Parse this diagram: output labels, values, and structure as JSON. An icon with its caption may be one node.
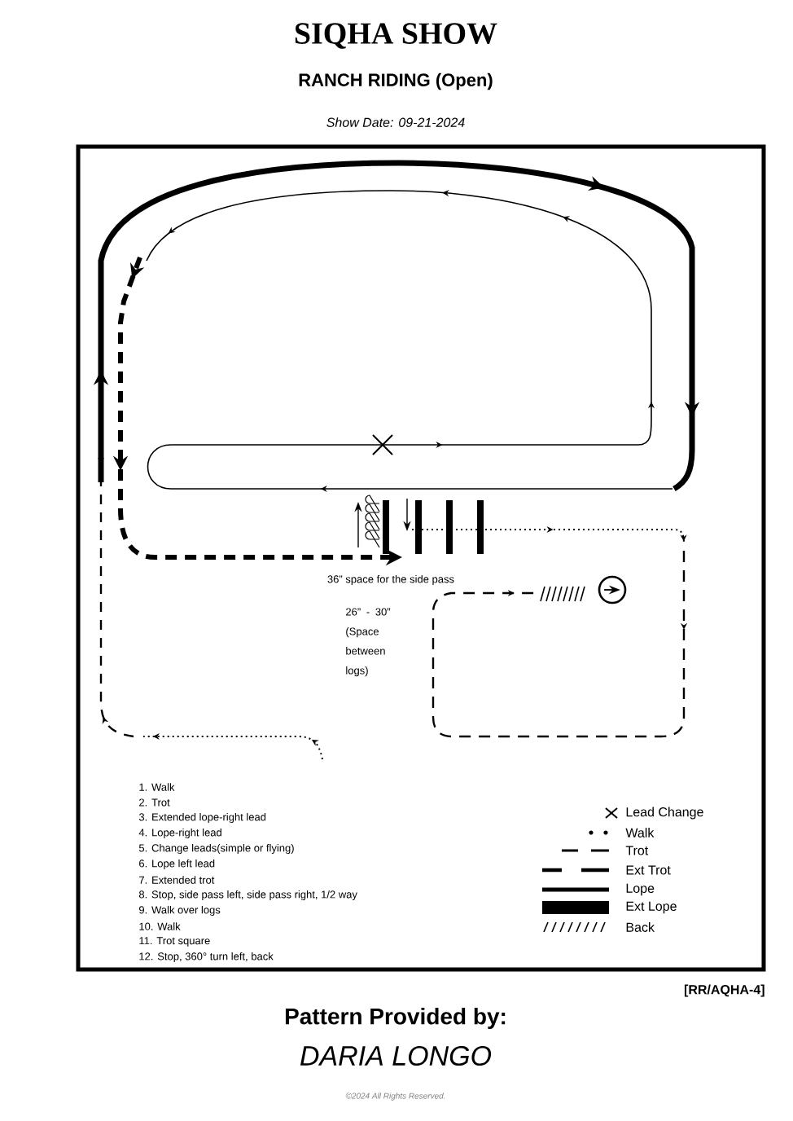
{
  "diagram": {
    "title": "SIQHA SHOW",
    "labels": [
      "RANCH RIDING (Open)",
      "Show Date: 09-21-2024",
      "36” space for the side pass",
      "26” - 30” (Space between logs)",
      "1. Walk",
      "2. Trot",
      "3. Extended lope-right lead",
      "4. Lope-right lead",
      "5. Change leads(simple or flying)",
      "6. Lope left lead",
      "7. Extended trot",
      "8. Stop, side pass left, side pass right, 1/2 way",
      "9. Walk over logs",
      "10. Walk",
      "11. Trot square",
      "12. Stop, 360° turn left, back",
      "[RR/AQHA-4]",
      "Pattern Provided by:",
      "DARIA LONGO",
      "©2024 All Rights Reserved."
    ],
    "legend": [
      {
        "text": "Lead Change"
      },
      {
        "text": "Walk"
      },
      {
        "text": "Trot"
      },
      {
        "text": "Ext Trot"
      },
      {
        "text": "Lope"
      },
      {
        "text": "Ext Lope"
      },
      {
        "text": "Back"
      }
    ]
  }
}
